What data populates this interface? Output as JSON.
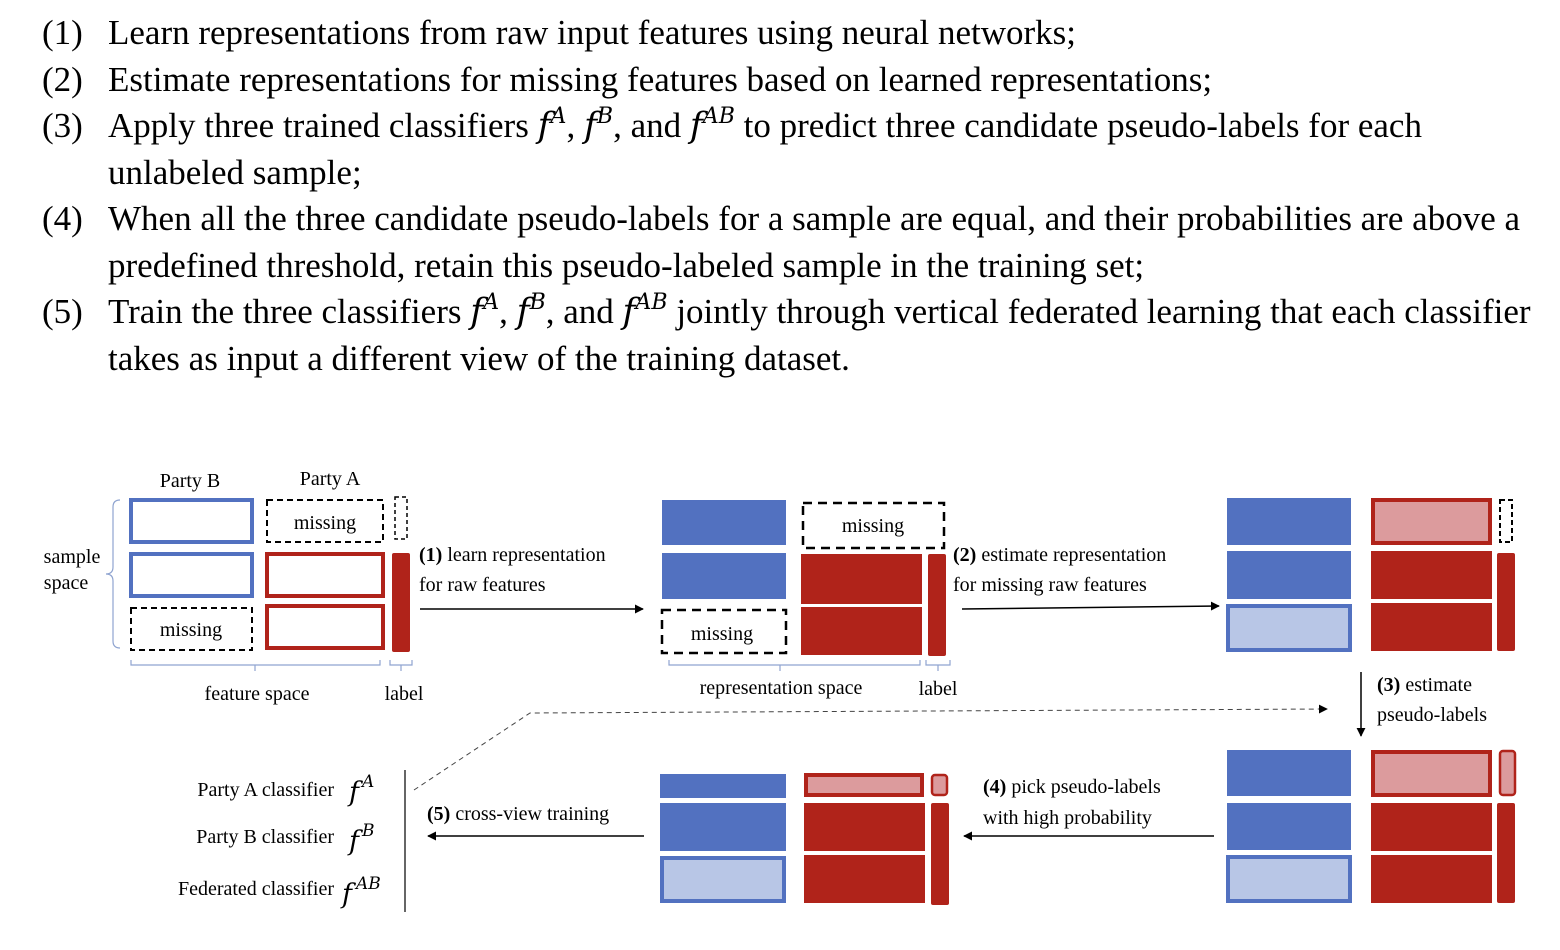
{
  "steps": [
    {
      "num": "(1)",
      "text": "Learn representations from raw input features using neural networks;"
    },
    {
      "num": "(2)",
      "text": "Estimate representations for missing features based on learned representations;"
    },
    {
      "num": "(3)",
      "pre": "Apply three trained classifiers ",
      "f1": "f",
      "s1": "A",
      "c1": ", ",
      "f2": "f",
      "s2": "B",
      "c2": ", and ",
      "f3": "f",
      "s3": "AB",
      "post": " to predict three candidate pseudo-labels for each unlabeled sample;"
    },
    {
      "num": "(4)",
      "text": "When all the three candidate pseudo-labels for a sample are equal, and their probabilities are above a predefined threshold, retain this pseudo-labeled sample in the training set;"
    },
    {
      "num": "(5)",
      "pre": "Train the three classifiers ",
      "f1": "f",
      "s1": "A",
      "c1": ", ",
      "f2": "f",
      "s2": "B",
      "c2": ", and ",
      "f3": "f",
      "s3": "AB",
      "post": " jointly through vertical federated learning that each classifier takes as input a different view of the training dataset."
    }
  ],
  "diagram": {
    "colors": {
      "blue": "#5271c0",
      "blue_light": "#b8c6e6",
      "red": "#b0231a",
      "red_light": "#dc9b9d"
    },
    "panel1": {
      "party_b": "Party B",
      "party_a": "Party A",
      "missing": "missing",
      "sample_space": [
        "sample",
        "space"
      ],
      "feature_space": "feature space",
      "label": "label"
    },
    "panel2": {
      "missing": "missing",
      "representation_space": "representation space",
      "label": "label"
    },
    "arrow1": {
      "bold": "(1)",
      "line1": " learn representation",
      "line2": "for raw features"
    },
    "arrow2": {
      "bold": "(2)",
      "line1": " estimate representation",
      "line2": "for missing raw features"
    },
    "arrow3": {
      "bold": "(3)",
      "line1": " estimate",
      "line2": "pseudo-labels"
    },
    "arrow4": {
      "bold": "(4)",
      "line1": " pick pseudo-labels",
      "line2": "with high probability"
    },
    "arrow5": {
      "bold": "(5)",
      "line1": " cross-view training"
    },
    "classifiers": [
      {
        "label": "Party A classifier",
        "symbol": "f",
        "sup": "A"
      },
      {
        "label": "Party B classifier",
        "symbol": "f",
        "sup": "B"
      },
      {
        "label": "Federated classifier",
        "symbol": "f",
        "sup": "AB"
      }
    ]
  }
}
